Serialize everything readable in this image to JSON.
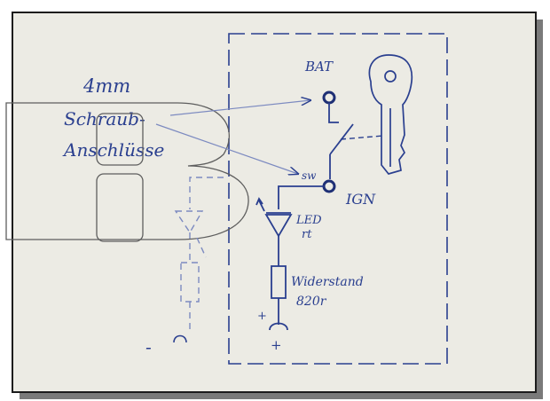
{
  "colors": {
    "background": "#ffffff",
    "paper": "#ecebe4",
    "ink": "#2a3f8f",
    "pencil": "#7c8ac0",
    "outline": "#5e5e5e",
    "shadow": "#7a7a7a"
  },
  "labels": {
    "mm": "4mm",
    "screw1": "Schraub-",
    "screw2": "Anschlüsse",
    "bat": "BAT",
    "sw": "sw",
    "ign": "IGN",
    "led1": "LED",
    "led2": "rt",
    "res1": "Widerstand",
    "res2": "820r",
    "plus_small": "+",
    "plus": "+",
    "minus": "-"
  },
  "icons": {
    "key": "key-icon",
    "letter_b": "letter-b-outline-icon"
  }
}
